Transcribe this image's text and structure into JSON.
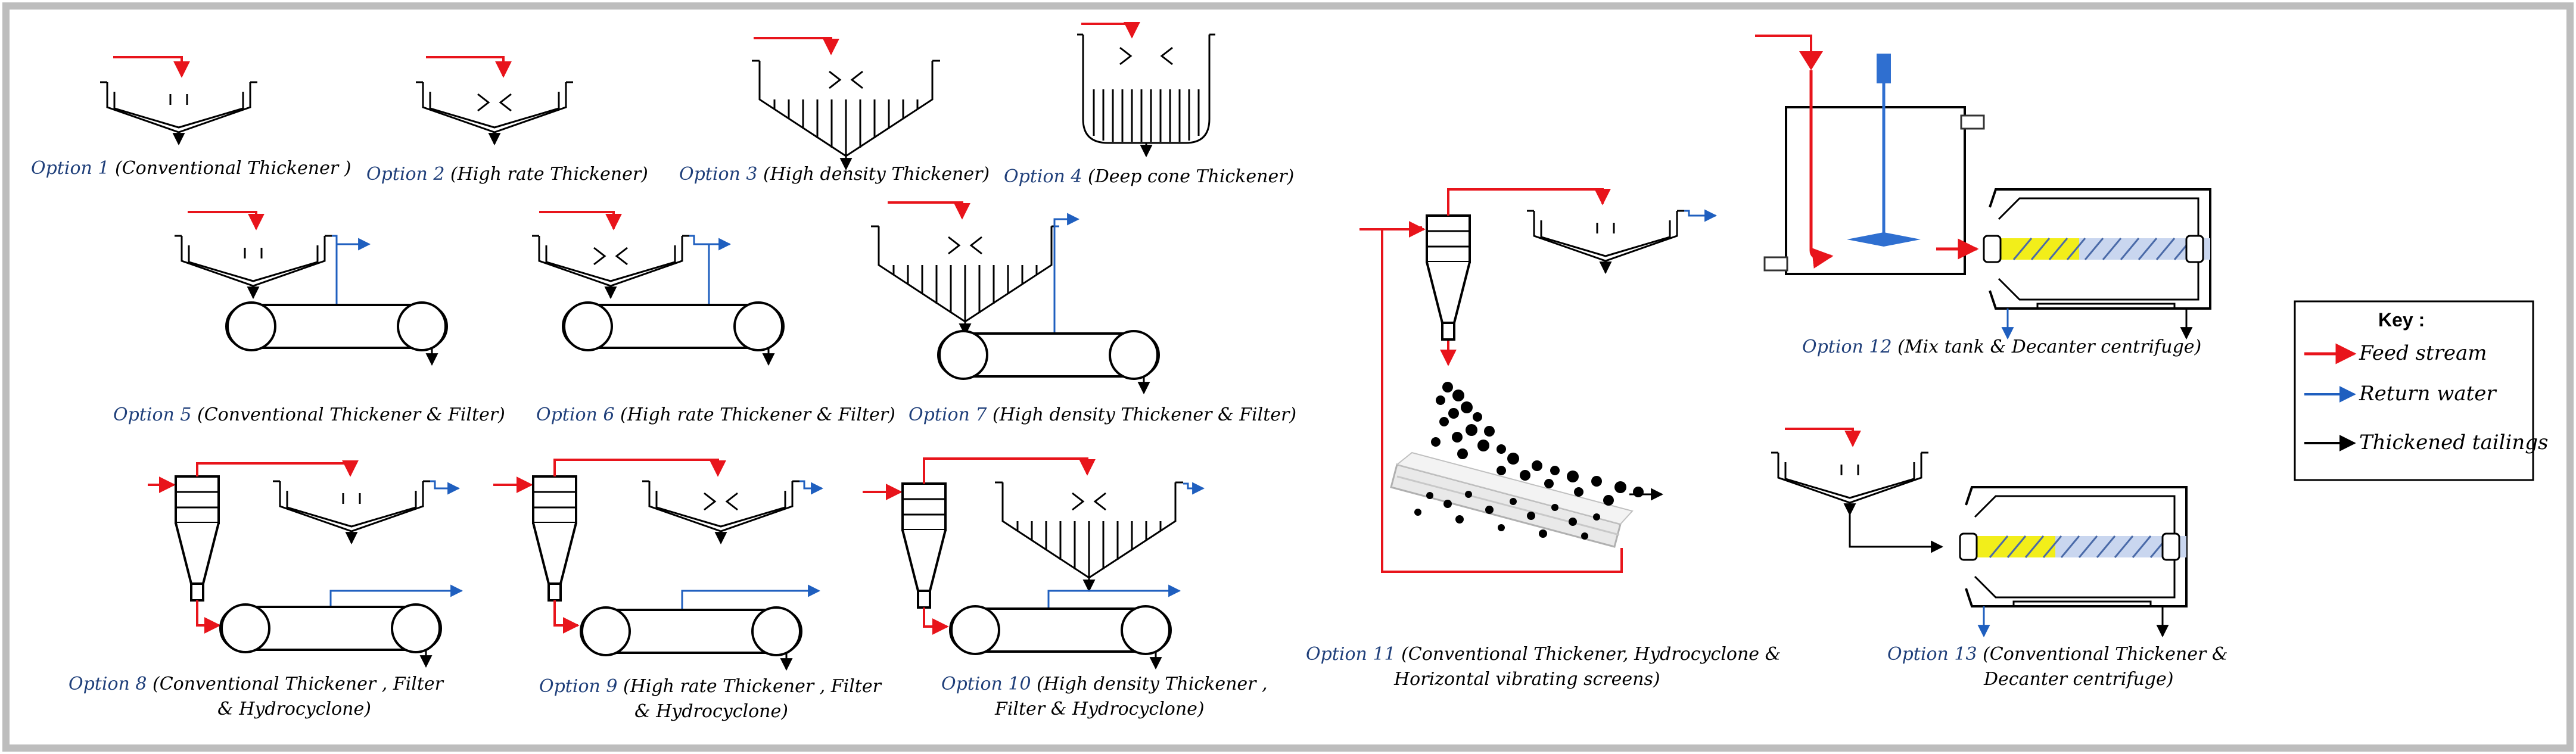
{
  "options": [
    {
      "id": 1,
      "prefix": "Option 1",
      "text": "(Conventional Thickener )"
    },
    {
      "id": 2,
      "prefix": "Option 2",
      "text": "(High rate Thickener)"
    },
    {
      "id": 3,
      "prefix": "Option 3",
      "text": "(High density Thickener)"
    },
    {
      "id": 4,
      "prefix": "Option 4",
      "text": "(Deep cone Thickener)"
    },
    {
      "id": 5,
      "prefix": "Option 5",
      "text": "(Conventional Thickener &  Filter)"
    },
    {
      "id": 6,
      "prefix": "Option 6",
      "text": "(High rate Thickener &  Filter)"
    },
    {
      "id": 7,
      "prefix": "Option 7",
      "text": "(High density Thickener & Filter)"
    },
    {
      "id": 8,
      "prefix": "Option 8",
      "text": "(Conventional Thickener , Filter",
      "text2": "& Hydrocyclone)"
    },
    {
      "id": 9,
      "prefix": "Option 9",
      "text": "(High rate Thickener , Filter",
      "text2": "& Hydrocyclone)"
    },
    {
      "id": 10,
      "prefix": "Option 10",
      "text": "(High density Thickener ,",
      "text2": "Filter & Hydrocyclone)"
    },
    {
      "id": 11,
      "prefix": "Option 11",
      "text": "(Conventional Thickener, Hydrocyclone  &",
      "text2": "Horizontal vibrating screens)"
    },
    {
      "id": 12,
      "prefix": "Option 12",
      "text": "(Mix tank & Decanter centrifuge)"
    },
    {
      "id": 13,
      "prefix": "Option 13",
      "text": "(Conventional Thickener &",
      "text2": "Decanter centrifuge)"
    }
  ],
  "key": {
    "title": "Key :",
    "items": [
      {
        "label": "Feed stream",
        "color": "#e8141b"
      },
      {
        "label": "Return water",
        "color": "#1f5fbf"
      },
      {
        "label": "Thickened tailings",
        "color": "#000000"
      }
    ]
  },
  "colors": {
    "feed": "#e8141b",
    "water": "#1f5fbf",
    "tailings": "#000000",
    "label_prefix": "#1f3f7a",
    "frame": "#bdbdbd",
    "centrifuge_yellow": "#f2ee1a",
    "centrifuge_blue": "#c9d6ef",
    "motor": "#2f6fd0"
  }
}
